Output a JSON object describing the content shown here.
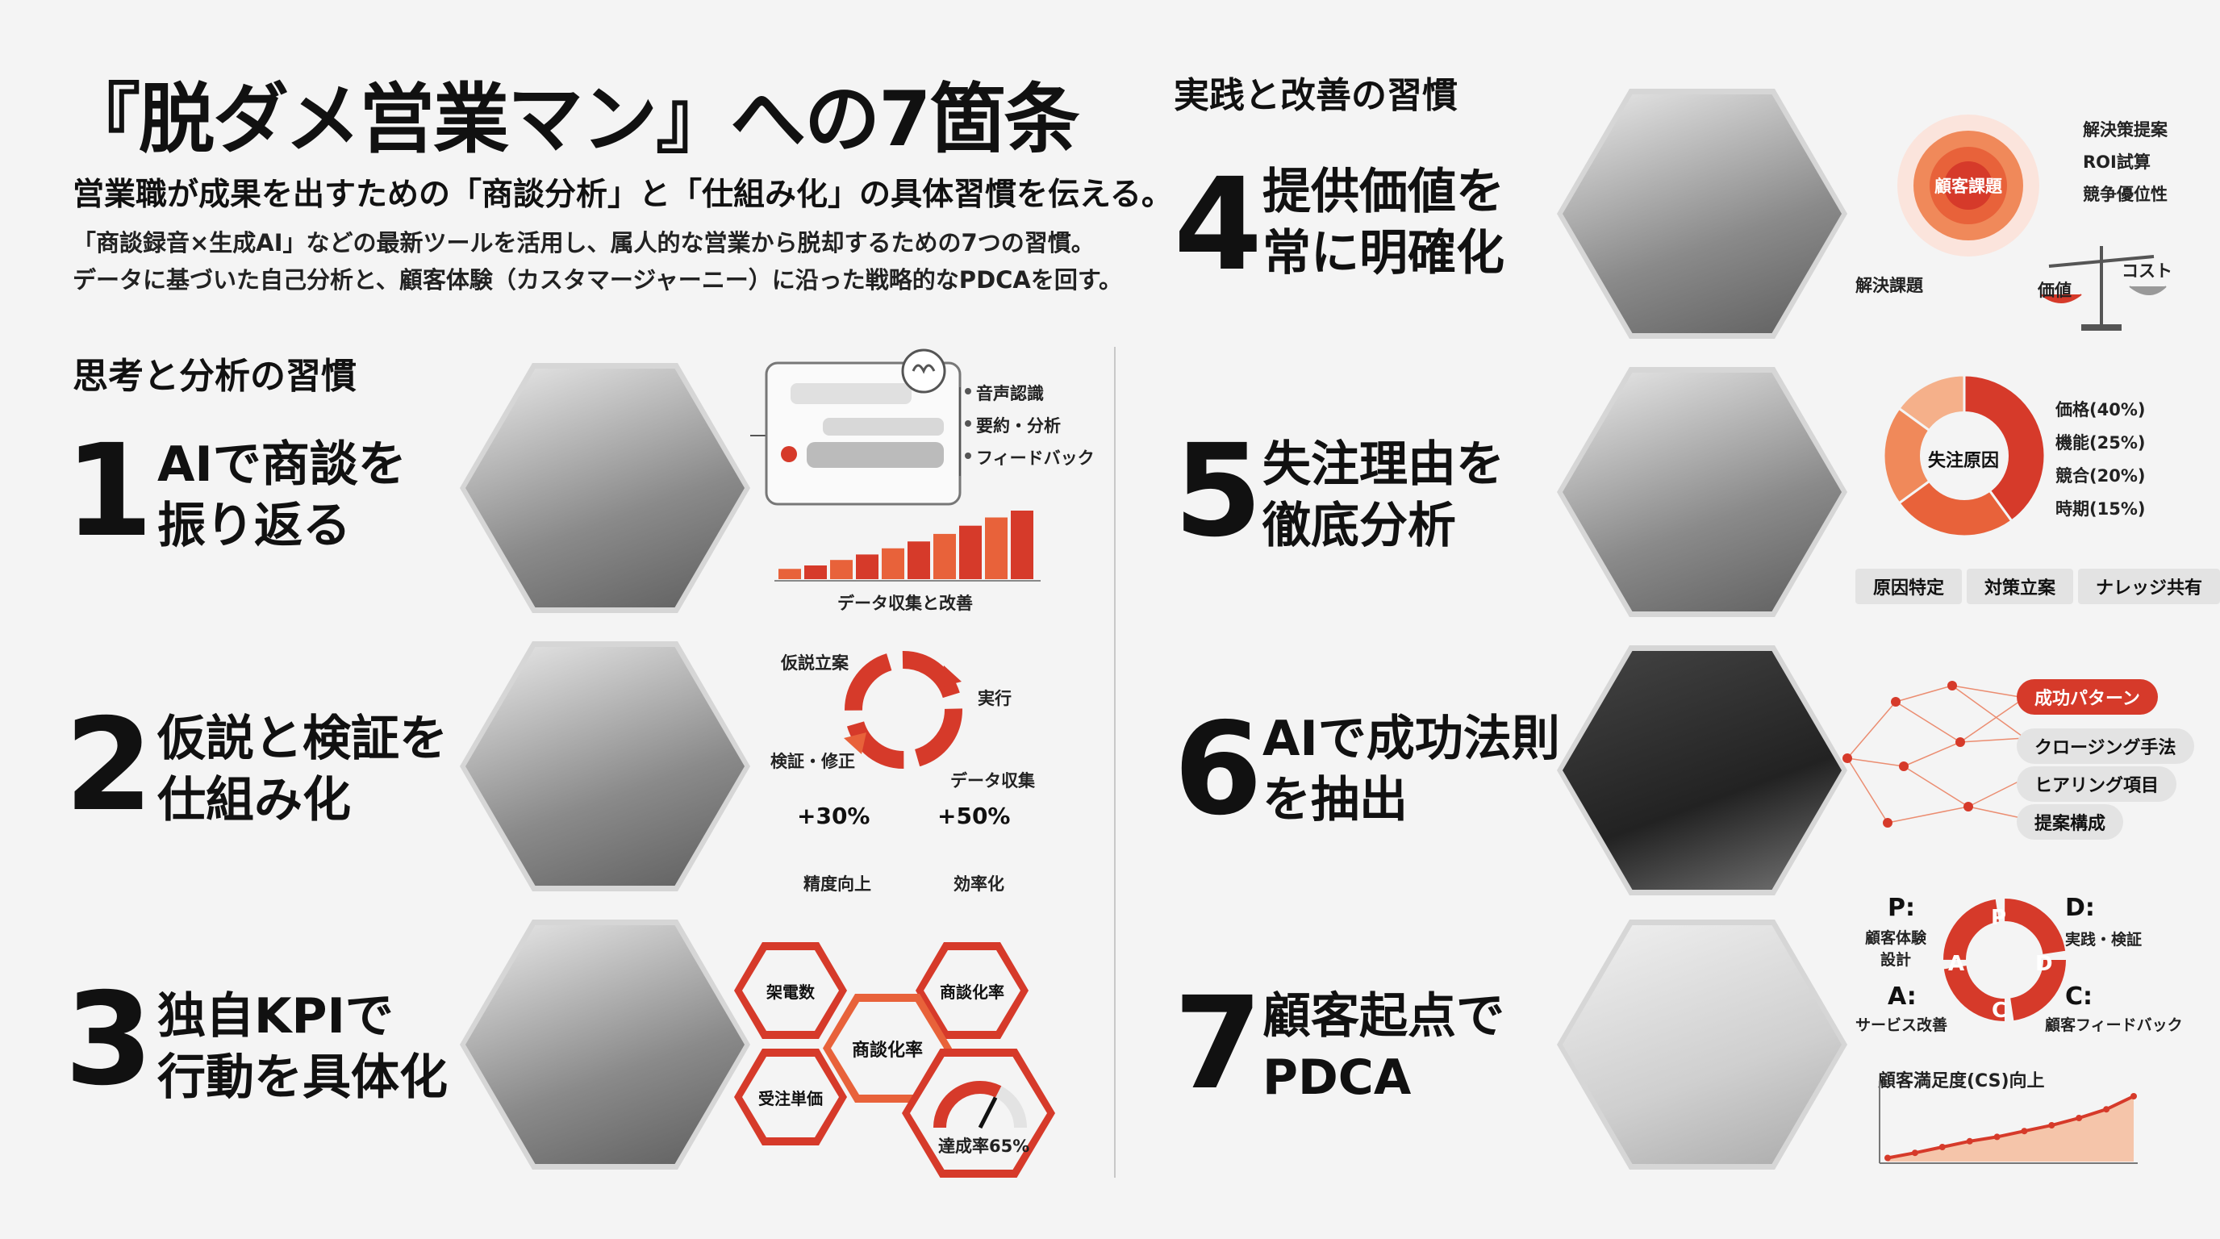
{
  "header": {
    "title": "『脱ダメ営業マン』への7箇条",
    "subtitle": "営業職が成果を出すための「商談分析」と「仕組み化」の具体習慣を伝える。",
    "description_line1": "「商談録音×生成AI」などの最新ツールを活用し、属人的な営業から脱却するための7つの習慣。",
    "description_line2": "データに基づいた自己分析と、顧客体験（カスタマージャーニー）に沿った戦略的なPDCAを回す。"
  },
  "sections": {
    "left": "思考と分析の習慣",
    "right": "実践と改善の習慣"
  },
  "habits": [
    {
      "number": "1",
      "title": "AIで商談を\n振り返る"
    },
    {
      "number": "2",
      "title": "仮説と検証を\n仕組み化"
    },
    {
      "number": "3",
      "title": "独自KPIで\n行動を具体化"
    },
    {
      "number": "4",
      "title": "提供価値を\n常に明確化"
    },
    {
      "number": "5",
      "title": "失注理由を\n徹底分析"
    },
    {
      "number": "6",
      "title": "AIで成功法則\nを抽出"
    },
    {
      "number": "7",
      "title": "顧客起点で\nPDCA"
    }
  ],
  "h1": {
    "steps": [
      "音声認識",
      "要約・分析",
      "フィードバック"
    ],
    "bar_caption": "データ収集と改善",
    "bars": [
      0.15,
      0.2,
      0.28,
      0.36,
      0.45,
      0.55,
      0.66,
      0.78,
      0.9,
      1.0
    ]
  },
  "h2": {
    "cycle": [
      "仮説立案",
      "実行",
      "データ収集",
      "検証・修正"
    ],
    "stat_left_value": "+30%",
    "stat_left_label": "精度向上",
    "stat_right_value": "+50%",
    "stat_right_label": "効率化"
  },
  "h3": {
    "badges": [
      "架電数",
      "商談化率",
      "受注単価"
    ],
    "center": "商談化率",
    "gauge_label": "達成率65%",
    "gauge_value": 0.65
  },
  "h4": {
    "center": "顧客課題",
    "labels": [
      "解決策提案",
      "ROI試算",
      "競争優位性"
    ],
    "bottom_left": "解決課題",
    "scale_left": "価値",
    "scale_right": "コスト"
  },
  "h5": {
    "center": "失注原因",
    "segments": [
      {
        "label": "価格(40%)",
        "value": 40,
        "color": "#d63a2a"
      },
      {
        "label": "機能(25%)",
        "value": 25,
        "color": "#e8623a"
      },
      {
        "label": "競合(20%)",
        "value": 20,
        "color": "#f0895a"
      },
      {
        "label": "時期(15%)",
        "value": 15,
        "color": "#f5b08a"
      }
    ],
    "flow": [
      "原因特定",
      "対策立案",
      "ナレッジ共有"
    ]
  },
  "h6": {
    "pills": [
      "成功パターン",
      "クロージング手法",
      "ヒアリング項目",
      "提案構成"
    ]
  },
  "h7": {
    "p_title": "P:",
    "p_label": "顧客体験設計",
    "d_title": "D:",
    "d_label": "実践・検証",
    "a_title": "A:",
    "a_label": "サービス改善",
    "c_title": "C:",
    "c_label": "顧客フィードバック",
    "letters": [
      "P",
      "D",
      "C",
      "A"
    ],
    "chart_title": "顧客満足度(CS)向上",
    "trend": [
      0.05,
      0.12,
      0.2,
      0.28,
      0.34,
      0.42,
      0.5,
      0.6,
      0.72,
      0.9
    ]
  },
  "colors": {
    "accent": "#d63a2a",
    "accent_light": "#f0895a",
    "gray": "#e3e3e3"
  }
}
